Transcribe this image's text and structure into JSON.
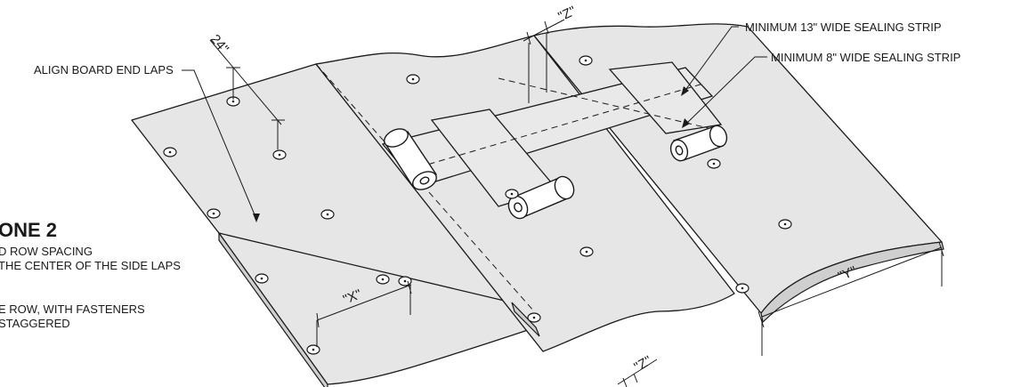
{
  "labels": {
    "sealing_13": "MINIMUM 13\" WIDE SEALING STRIP",
    "sealing_8": "MINIMUM 8\" WIDE SEALING STRIP",
    "align_laps": "ALIGN BOARD END LAPS",
    "dim_24": "24\"",
    "dim_z_top": "\"Z\"",
    "dim_z_bottom": "\"Z\"",
    "dim_x": "\"X\"",
    "dim_y": "\"Y\""
  },
  "zone": {
    "title": "ONE 2",
    "notes": [
      "D ROW SPACING",
      "THE CENTER OF THE SIDE LAPS",
      "E ROW, WITH FASTENERS",
      "STAGGERED"
    ]
  },
  "colors": {
    "board_fill": "#e6e6e6",
    "line": "#1a1a1a",
    "background": "#ffffff"
  }
}
